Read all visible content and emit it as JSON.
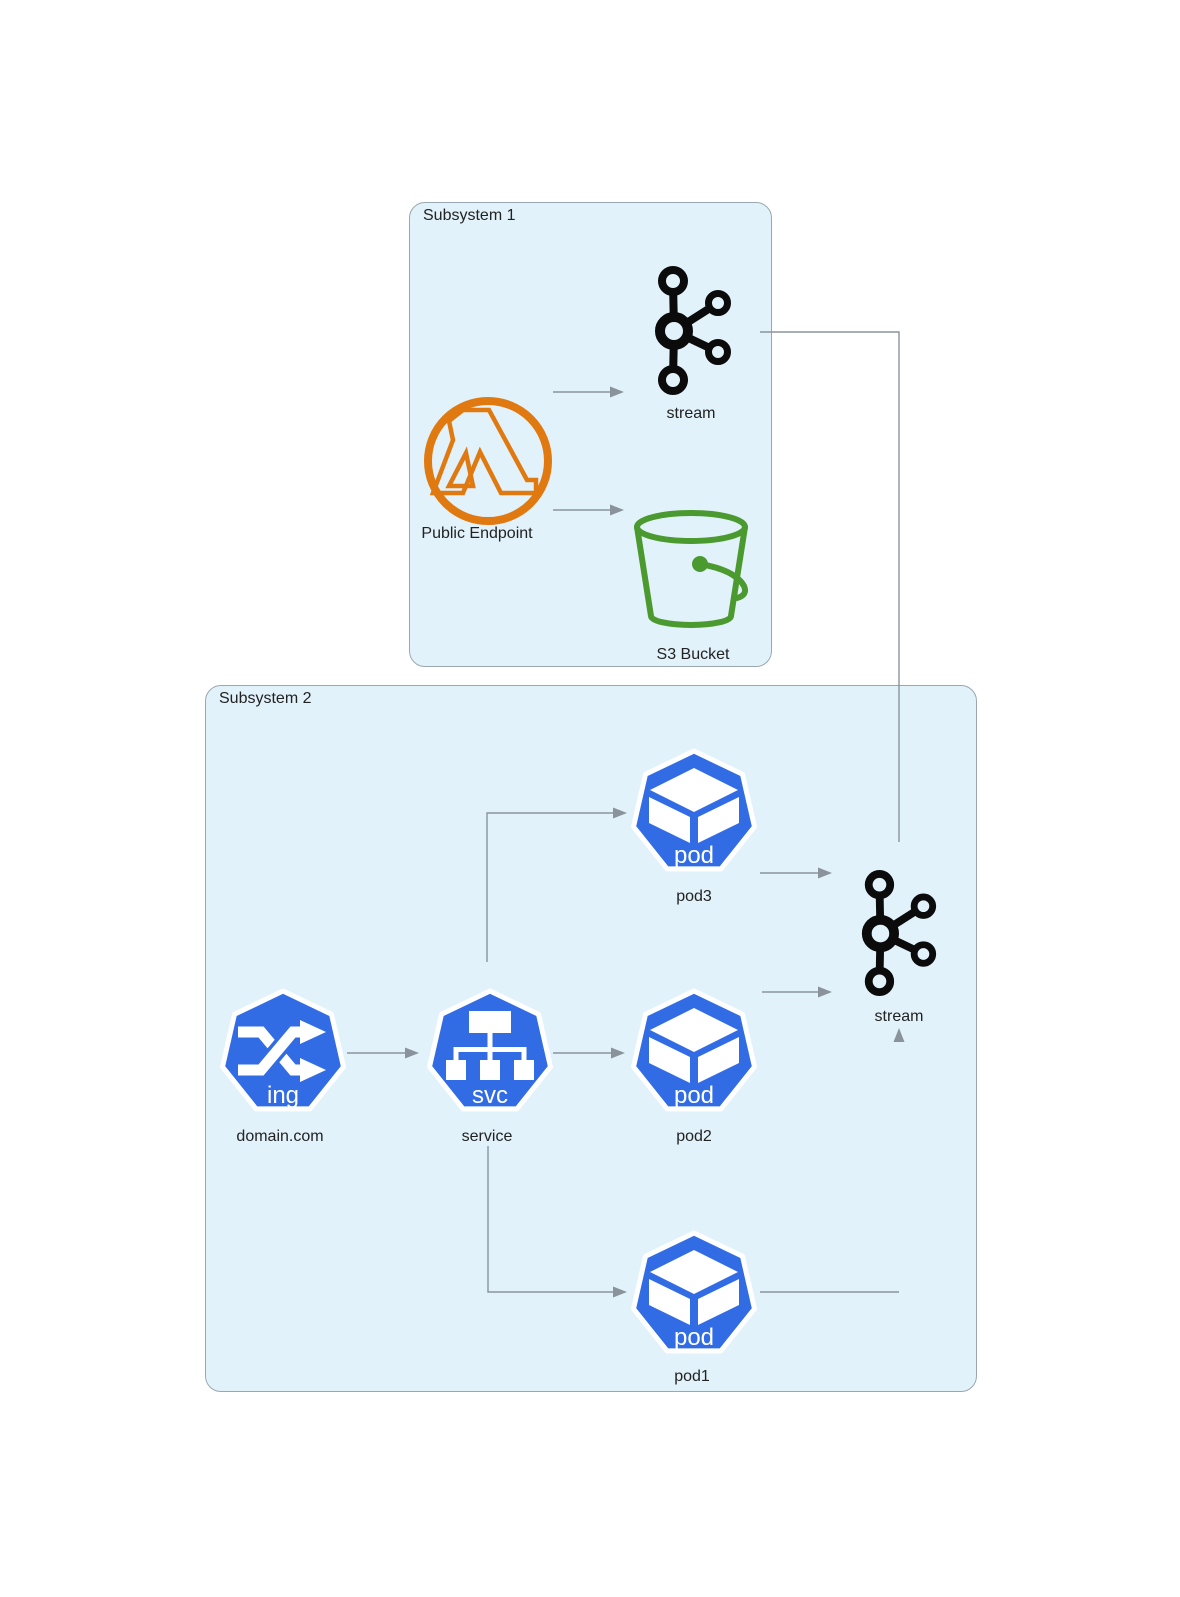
{
  "diagram": {
    "subsystem1": {
      "title": "Subsystem 1",
      "nodes": {
        "stream": {
          "label": "stream",
          "icon": "kafka-icon"
        },
        "public_endpoint": {
          "label": "Public Endpoint",
          "icon": "aws-lambda-icon"
        },
        "s3_bucket": {
          "label": "S3 Bucket",
          "icon": "s3-bucket-icon"
        }
      }
    },
    "subsystem2": {
      "title": "Subsystem 2",
      "nodes": {
        "ingress": {
          "label": "domain.com",
          "icon_text": "ing"
        },
        "service": {
          "label": "service",
          "icon_text": "svc"
        },
        "pod3": {
          "label": "pod3",
          "icon_text": "pod"
        },
        "pod2": {
          "label": "pod2",
          "icon_text": "pod"
        },
        "pod1": {
          "label": "pod1",
          "icon_text": "pod"
        },
        "stream": {
          "label": "stream",
          "icon": "kafka-icon"
        }
      }
    },
    "edges": [
      {
        "from": "Public Endpoint",
        "to": "stream (Subsystem 1)"
      },
      {
        "from": "Public Endpoint",
        "to": "S3 Bucket"
      },
      {
        "from": "stream (Subsystem 1)",
        "to": "stream (Subsystem 2)"
      },
      {
        "from": "domain.com",
        "to": "service"
      },
      {
        "from": "service",
        "to": "pod3"
      },
      {
        "from": "service",
        "to": "pod2"
      },
      {
        "from": "service",
        "to": "pod1"
      },
      {
        "from": "pod3",
        "to": "stream (Subsystem 2)"
      },
      {
        "from": "pod2",
        "to": "stream (Subsystem 2)"
      },
      {
        "from": "pod1",
        "to": "stream (Subsystem 2)"
      }
    ]
  },
  "colors": {
    "box_fill": "#e2f2fa",
    "box_border": "#9aa7b0",
    "edge": "#8a939c",
    "kafka": "#0b0b0b",
    "k8s_blue": "#326ce5",
    "lambda_orange": "#e0790f",
    "s3_green": "#4b9a2f",
    "label_text": "#222222",
    "icon_text": "#ffffff"
  }
}
